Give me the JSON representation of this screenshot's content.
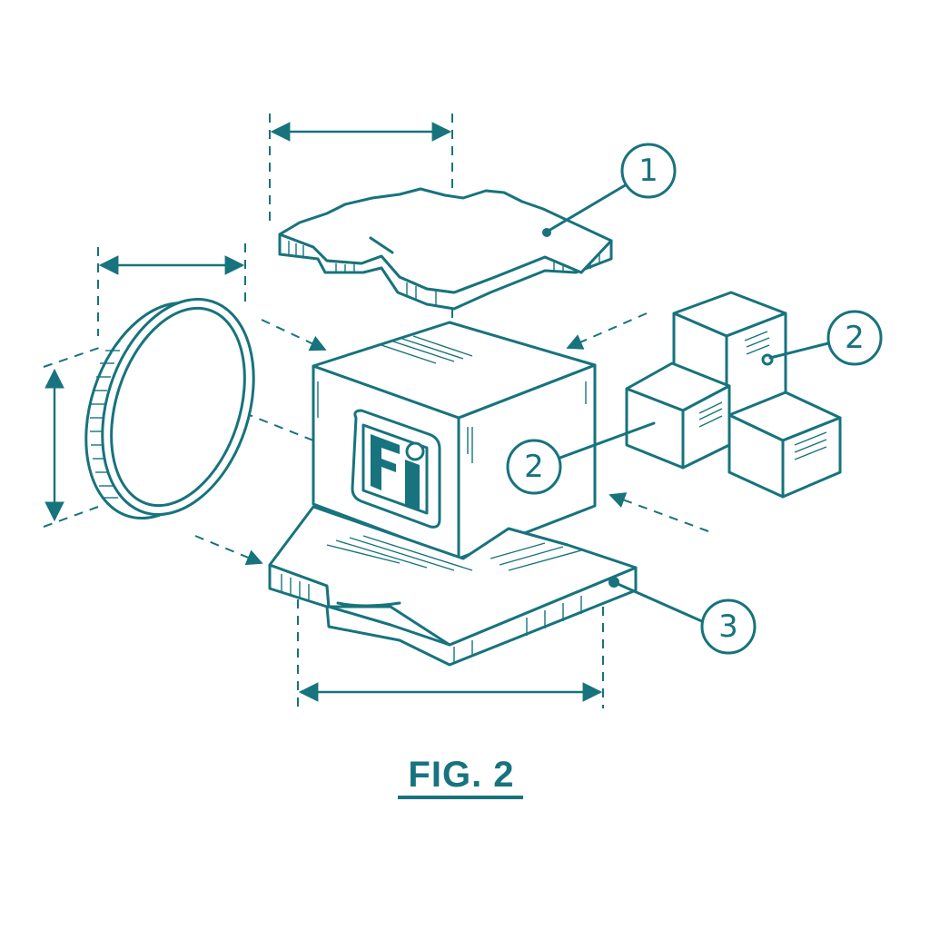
{
  "figure": {
    "caption": "FIG. 2"
  },
  "callouts": [
    {
      "number": "1"
    },
    {
      "number": "2"
    },
    {
      "number": "2"
    },
    {
      "number": "3"
    }
  ],
  "colors": {
    "ink": "#17737d",
    "background": "#ffffff"
  },
  "icons": {
    "logo": "fi-logo-icon"
  }
}
